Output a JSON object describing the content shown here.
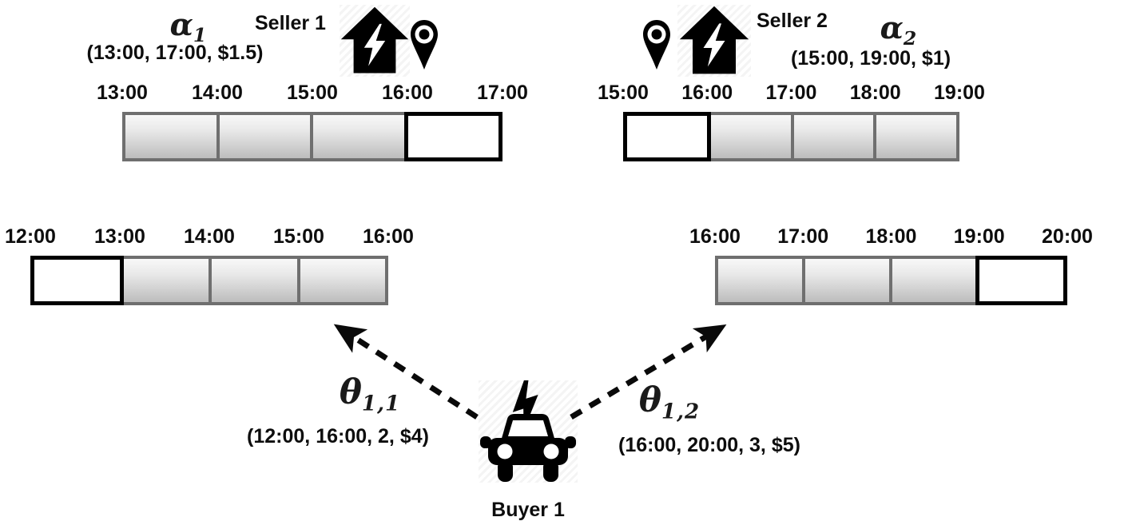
{
  "colors": {
    "background": "#ffffff",
    "slot_filled_top": "#f8f8f8",
    "slot_filled_bottom": "#bdbdbd",
    "slot_filled_border": "#6f6f6f",
    "slot_empty_fill": "#ffffff",
    "slot_empty_border": "#000000",
    "text": "#0d0d0d",
    "icon": "#000000"
  },
  "sellers": [
    {
      "name": "Seller 1",
      "symbol": "α",
      "symbol_sub": "1",
      "params": "(13:00, 17:00, $1.5)",
      "icons": [
        "charging-house-icon",
        "location-pin-icon"
      ],
      "timeline": {
        "ticks": [
          "13:00",
          "14:00",
          "15:00",
          "16:00",
          "17:00"
        ],
        "segments": [
          "filled",
          "filled",
          "filled",
          "empty"
        ]
      }
    },
    {
      "name": "Seller 2",
      "symbol": "α",
      "symbol_sub": "2",
      "params": "(15:00, 19:00, $1)",
      "icons": [
        "location-pin-icon",
        "charging-house-icon"
      ],
      "timeline": {
        "ticks": [
          "15:00",
          "16:00",
          "17:00",
          "18:00",
          "19:00"
        ],
        "segments": [
          "empty",
          "filled",
          "filled",
          "filled"
        ]
      }
    }
  ],
  "buyer": {
    "name": "Buyer 1",
    "icon": "ev-car-icon",
    "bids": [
      {
        "symbol": "θ",
        "symbol_sub": "1,1",
        "params": "(12:00, 16:00, 2, $4)",
        "timeline": {
          "ticks": [
            "12:00",
            "13:00",
            "14:00",
            "15:00",
            "16:00"
          ],
          "segments": [
            "empty",
            "filled",
            "filled",
            "filled"
          ]
        }
      },
      {
        "symbol": "θ",
        "symbol_sub": "1,2",
        "params": "(16:00, 20:00, 3, $5)",
        "timeline": {
          "ticks": [
            "16:00",
            "17:00",
            "18:00",
            "19:00",
            "20:00"
          ],
          "segments": [
            "filled",
            "filled",
            "filled",
            "empty"
          ]
        }
      }
    ]
  }
}
